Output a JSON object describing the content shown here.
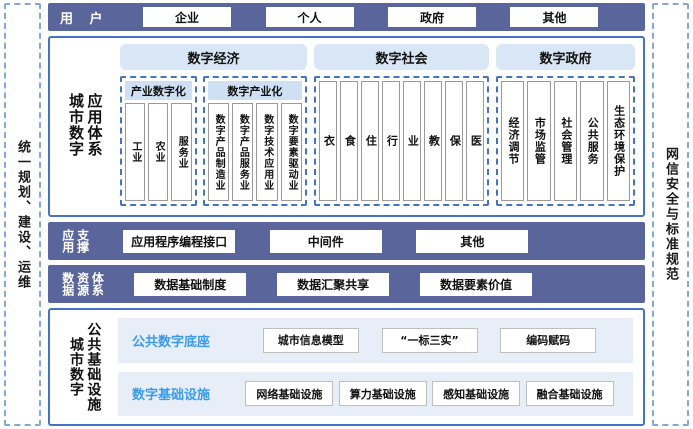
{
  "colors": {
    "slate_bar": "#5a659c",
    "section_border": "#4472c4",
    "group_header_bg": "#d9e6f6",
    "strip_bg": "#e7eef8",
    "strip_title_blue": "#3a9bed",
    "pillar_dash": "#84a8da"
  },
  "left_pillar": {
    "label": "统一规划、建设、运维"
  },
  "right_pillar": {
    "label": "网信安全与标准规范"
  },
  "user_bar": {
    "label": "用 户",
    "items": [
      "企业",
      "个人",
      "政府",
      "其他"
    ]
  },
  "app_section": {
    "label_cols": [
      "城市数字",
      "应用体系"
    ],
    "groups": [
      {
        "title": "数字经济",
        "subgroups": [
          {
            "title": "产业数字化",
            "items": [
              "工业",
              "农业",
              "服务业"
            ]
          },
          {
            "title": "数字产业化",
            "items": [
              "数字产品制造业",
              "数字产品服务业",
              "数字技术应用业",
              "数字要素驱动业"
            ]
          }
        ]
      },
      {
        "title": "数字社会",
        "items": [
          "衣",
          "食",
          "住",
          "行",
          "业",
          "教",
          "保",
          "医"
        ]
      },
      {
        "title": "数字政府",
        "items": [
          "经济调节",
          "市场监管",
          "社会管理",
          "公共服务",
          "生态环境保护"
        ]
      }
    ]
  },
  "support_bar": {
    "label_cols": [
      "应用",
      "支撑"
    ],
    "items": [
      "应用程序编程接口",
      "中间件",
      "其他"
    ]
  },
  "data_bar": {
    "label_cols": [
      "数据",
      "资源",
      "体系"
    ],
    "items": [
      "数据基础制度",
      "数据汇聚共享",
      "数据要素价值"
    ]
  },
  "infra_section": {
    "label_cols": [
      "城市数字",
      "公共基础设施"
    ],
    "rows": [
      {
        "title": "公共数字底座",
        "items": [
          "城市信息模型",
          "“一标三实”",
          "编码赋码"
        ]
      },
      {
        "title": "数字基础设施",
        "items": [
          "网络基础设施",
          "算力基础设施",
          "感知基础设施",
          "融合基础设施"
        ]
      }
    ]
  }
}
